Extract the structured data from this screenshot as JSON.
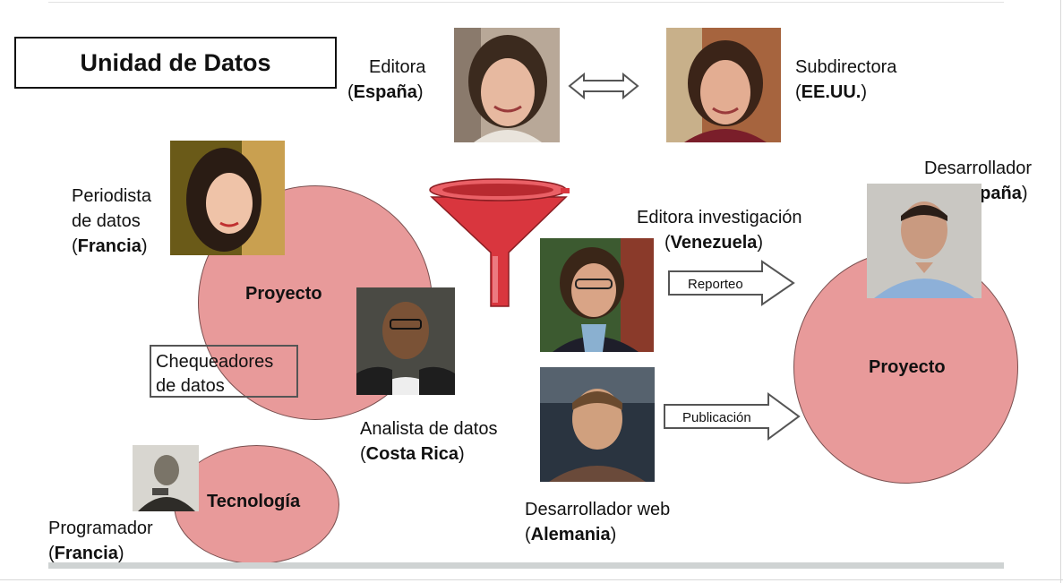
{
  "title": "Unidad de Datos",
  "top": {
    "editora": {
      "role": "Editora",
      "country": "España"
    },
    "subdirectora": {
      "role": "Subdirectora",
      "country": "EE.UU."
    }
  },
  "left_cluster": {
    "periodista": {
      "role_line1": "Periodista",
      "role_line2": "de datos",
      "country": "Francia"
    },
    "proyecto_label": "Proyecto",
    "chequeadores": {
      "line1": "Chequeadores",
      "line2": "de datos"
    },
    "analista": {
      "role": "Analista de datos",
      "country": "Costa Rica"
    }
  },
  "tecnologia": {
    "label": "Tecnología",
    "programador": {
      "role": "Programador",
      "country": "Francia"
    }
  },
  "middle": {
    "editora_investigacion": {
      "role": "Editora investigación",
      "country": "Venezuela"
    },
    "desarrollador_web": {
      "role": "Desarrollador web",
      "country": "Alemania"
    },
    "arrow_reporteo": "Reporteo",
    "arrow_publicacion": "Publicación"
  },
  "right_cluster": {
    "proyecto_label": "Proyecto",
    "desarrollador": {
      "role": "Desarrollador",
      "country": "España"
    }
  },
  "colors": {
    "circle_fill": "#e89a9a",
    "funnel": "#d9363e"
  }
}
